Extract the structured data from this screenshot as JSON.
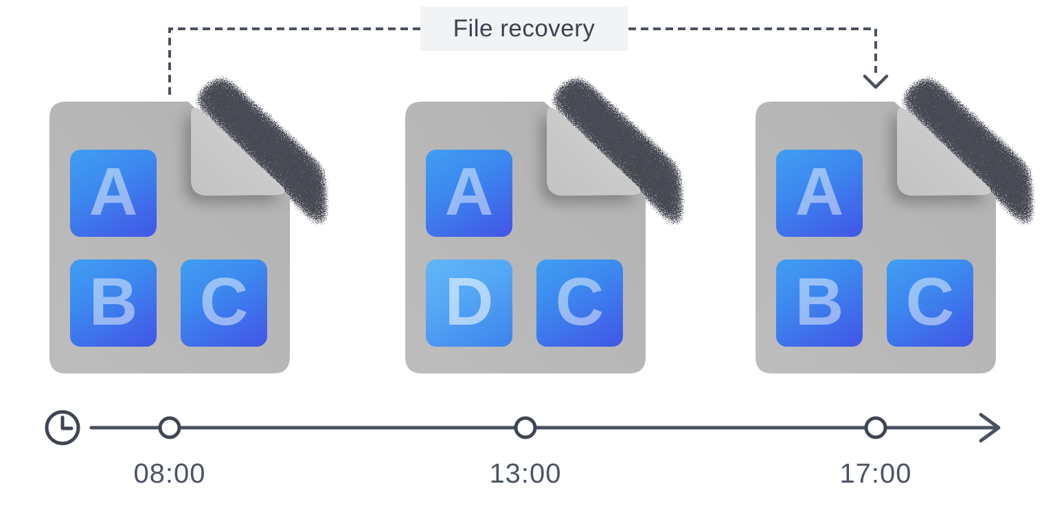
{
  "colors": {
    "ink": "#49505e",
    "label_bg": "#f2f3f5",
    "label_text": "#3b4350",
    "time_text": "#4b5363",
    "doc_body": "#b9b9b9",
    "doc_flap": "#cacaca",
    "block_top": "#419ef2",
    "block_bottom": "#4254e6",
    "block_changed_top": "#63b6f7",
    "block_changed_bottom": "#3c82ee",
    "block_letter": "rgba(255,255,255,0.47)",
    "block_letter_changed": "rgba(255,255,255,0.56)",
    "node_fill": "#ffffff"
  },
  "recovery_label": {
    "text": "File recovery"
  },
  "documents": [
    {
      "time": "08:00",
      "blocks": [
        {
          "letter": "A",
          "variant": "normal"
        },
        {
          "letter": "B",
          "variant": "normal"
        },
        {
          "letter": "C",
          "variant": "normal"
        }
      ]
    },
    {
      "time": "13:00",
      "blocks": [
        {
          "letter": "A",
          "variant": "normal"
        },
        {
          "letter": "D",
          "variant": "changed"
        },
        {
          "letter": "C",
          "variant": "normal"
        }
      ]
    },
    {
      "time": "17:00",
      "blocks": [
        {
          "letter": "A",
          "variant": "normal"
        },
        {
          "letter": "B",
          "variant": "normal"
        },
        {
          "letter": "C",
          "variant": "normal"
        }
      ]
    }
  ],
  "timeline": {
    "icon": "clock-icon"
  }
}
